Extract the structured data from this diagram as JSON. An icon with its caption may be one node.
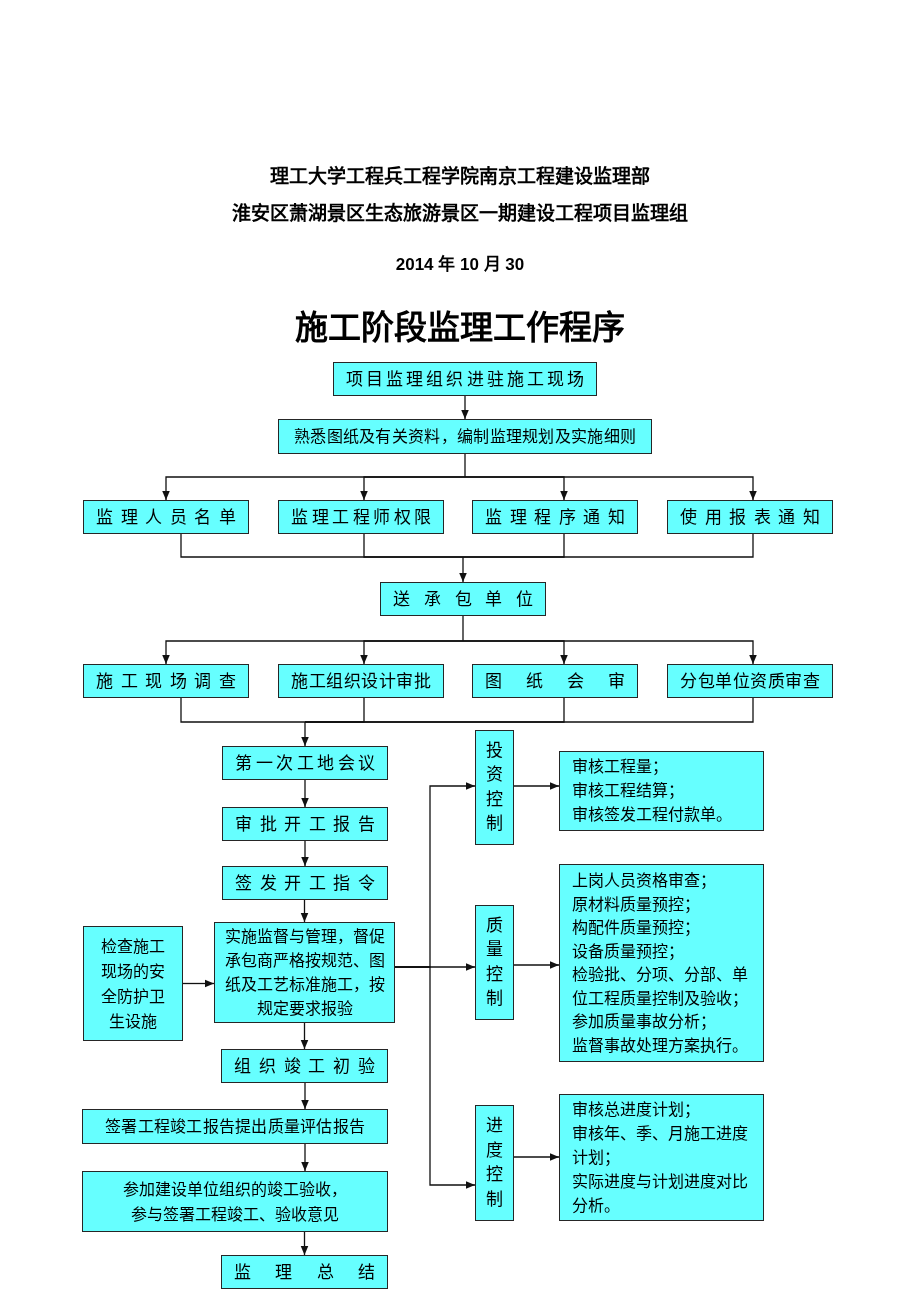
{
  "diagram": {
    "title": "施工阶段监理工作程序",
    "nodes": [
      {
        "text": [
          "项目监理组织进驻施工现场"
        ]
      },
      {
        "text": [
          "熟悉图纸及有关资料，编制监理规划及实施细则"
        ]
      },
      {
        "text": [
          "监理人员名单"
        ]
      },
      {
        "text": [
          "监理工程师权限"
        ]
      },
      {
        "text": [
          "监理程序通知"
        ]
      },
      {
        "text": [
          "使用报表通知"
        ]
      },
      {
        "text": [
          "送承包单位"
        ]
      },
      {
        "text": [
          "施工现场调查"
        ]
      },
      {
        "text": [
          "施工组织设计审批"
        ]
      },
      {
        "text": [
          "图纸会审"
        ]
      },
      {
        "text": [
          "分包单位资质审查"
        ]
      },
      {
        "text": [
          "第一次工地会议"
        ]
      },
      {
        "text": [
          "审批开工报告"
        ]
      },
      {
        "text": [
          "签发开工指令"
        ]
      },
      {
        "text": [
          "检查施工现场的安全防护卫生设施"
        ]
      },
      {
        "text": [
          "实施监督与管理，督促承包商严格按规范、图纸及工艺标准施工，按规定要求报验"
        ]
      },
      {
        "text": [
          "组织竣工初验"
        ]
      },
      {
        "text": [
          "签署工程竣工报告提出质量评估报告"
        ]
      },
      {
        "text": [
          "参加建设单位组织的竣工验收，参与签署工程竣工、验收意见"
        ]
      },
      {
        "text": [
          "监理总结"
        ]
      },
      {
        "text": [
          "投资控制"
        ]
      },
      {
        "text": [
          "审核工程量；",
          "审核工程结算；",
          "审核签发工程付款单。"
        ]
      },
      {
        "text": [
          "质量控制"
        ]
      },
      {
        "text": [
          "上岗人员资格审查；",
          "原材料质量预控；",
          "构配件质量预控；",
          "设备质量预控；",
          "检验批、分项、分部、单位工程质量控制及验收；",
          "参加质量事故分析；",
          "监督事故处理方案执行。"
        ]
      },
      {
        "text": [
          "进度控制"
        ]
      },
      {
        "text": [
          "审核总进度计划；",
          "审核年、季、月施工进度计划；",
          "实际进度与计划进度对比分析。"
        ]
      }
    ],
    "edges": [
      {
        "from": 0,
        "to": 1,
        "arrow": "to"
      },
      {
        "from": 1,
        "to": 2,
        "arrow": "to"
      },
      {
        "from": 1,
        "to": 3,
        "arrow": "to"
      },
      {
        "from": 1,
        "to": 4,
        "arrow": "to"
      },
      {
        "from": 1,
        "to": 5,
        "arrow": "to"
      },
      {
        "from": 2,
        "to": 6,
        "arrow": "to"
      },
      {
        "from": 3,
        "to": 6,
        "arrow": "to"
      },
      {
        "from": 4,
        "to": 6,
        "arrow": "to"
      },
      {
        "from": 5,
        "to": 6,
        "arrow": "to"
      },
      {
        "from": 6,
        "to": 7,
        "arrow": "to"
      },
      {
        "from": 6,
        "to": 8,
        "arrow": "to"
      },
      {
        "from": 6,
        "to": 9,
        "arrow": "to"
      },
      {
        "from": 6,
        "to": 10,
        "arrow": "to"
      },
      {
        "from": 7,
        "to": 11,
        "arrow": "to"
      },
      {
        "from": 8,
        "to": 11,
        "arrow": "to"
      },
      {
        "from": 9,
        "to": 11,
        "arrow": "to"
      },
      {
        "from": 10,
        "to": 11,
        "arrow": "to"
      },
      {
        "from": 11,
        "to": 12,
        "arrow": "to"
      },
      {
        "from": 12,
        "to": 13,
        "arrow": "to"
      },
      {
        "from": 13,
        "to": 15,
        "arrow": "to"
      },
      {
        "from": 14,
        "to": 15,
        "arrow": "to"
      },
      {
        "from": 15,
        "to": 16,
        "arrow": "to"
      },
      {
        "from": 16,
        "to": 17,
        "arrow": "to"
      },
      {
        "from": 17,
        "to": 18,
        "arrow": "to"
      },
      {
        "from": 18,
        "to": 19,
        "arrow": "to"
      },
      {
        "from": 15,
        "to": 20,
        "arrow": "to"
      },
      {
        "from": 15,
        "to": 22,
        "arrow": "to"
      },
      {
        "from": 15,
        "to": 24,
        "arrow": "to"
      },
      {
        "from": 20,
        "to": 21,
        "arrow": "to"
      },
      {
        "from": 22,
        "to": 23,
        "arrow": "to"
      },
      {
        "from": 24,
        "to": 25,
        "arrow": "to"
      }
    ],
    "labels": [
      "理工大学工程兵工程学院南京工程建设监理部",
      "淮安区萧湖景区生态旅游景区一期建设工程项目监理组",
      "2014 年 10 月 30"
    ]
  }
}
